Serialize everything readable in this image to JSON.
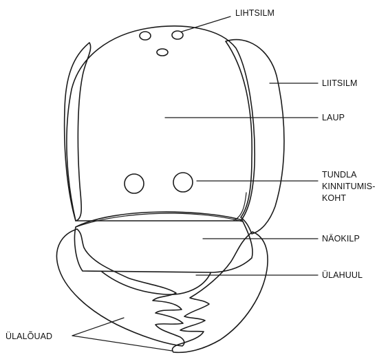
{
  "labels": {
    "lihtsilm": "LIHTSILM",
    "liitsilm": "LIITSILM",
    "laup": "LAUP",
    "tundla_lines": [
      "TUNDLA",
      "KINNITUMIS-",
      "KOHT"
    ],
    "naokilp": "NÄOKILP",
    "ulahuul": "ÜLAHUUL",
    "ulaloauad": "ÜLALÕUAD"
  },
  "colors": {
    "line": "#1a1a1a",
    "background": "#ffffff"
  }
}
